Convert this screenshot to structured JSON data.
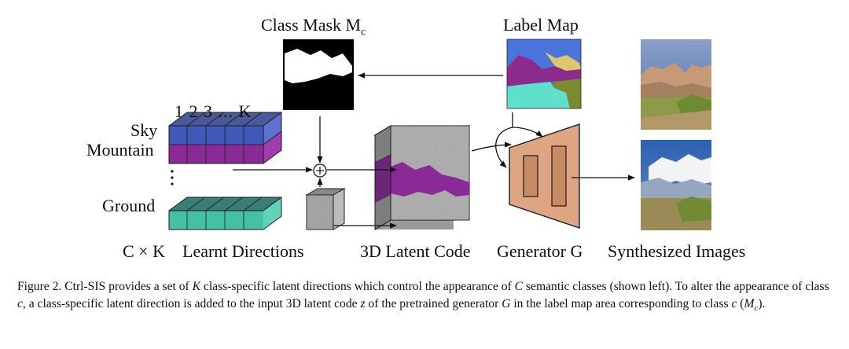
{
  "figure": {
    "labels": {
      "class_mask": "Class Mask M",
      "class_mask_sub": "c",
      "label_map": "Label Map",
      "directions_header": "1 2 3 ... K",
      "sky": "Sky",
      "mountain": "Mountain",
      "ground": "Ground",
      "ck": "C × K",
      "learnt_directions": "Learnt Directions",
      "latent_code": "3D Latent Code",
      "generator": "Generator G",
      "synthesized": "Synthesized Images",
      "plus": "+"
    },
    "colors": {
      "sky_blue": "#3f59b8",
      "mountain_purple": "#8a2a96",
      "ground_teal": "#45bfa6",
      "generator_fill": "#dea582",
      "noise_grey": "#a8a8a8"
    }
  },
  "caption": {
    "p1": "Figure 2. Ctrl-SIS provides a set of ",
    "k1": "K",
    "p2": " class-specific latent directions which control the appearance of ",
    "c1": "C",
    "p3": " semantic classes (shown left). To alter the appearance of class ",
    "c2": "c",
    "p4": ", a class-specific latent direction is added to the input 3D latent code ",
    "z": "z",
    "p5": " of the pretrained generator ",
    "g": "G",
    "p6": " in the label map area corresponding to class ",
    "c3": "c",
    "p7": " (",
    "m": "M",
    "msub": "c",
    "p8": ")."
  }
}
